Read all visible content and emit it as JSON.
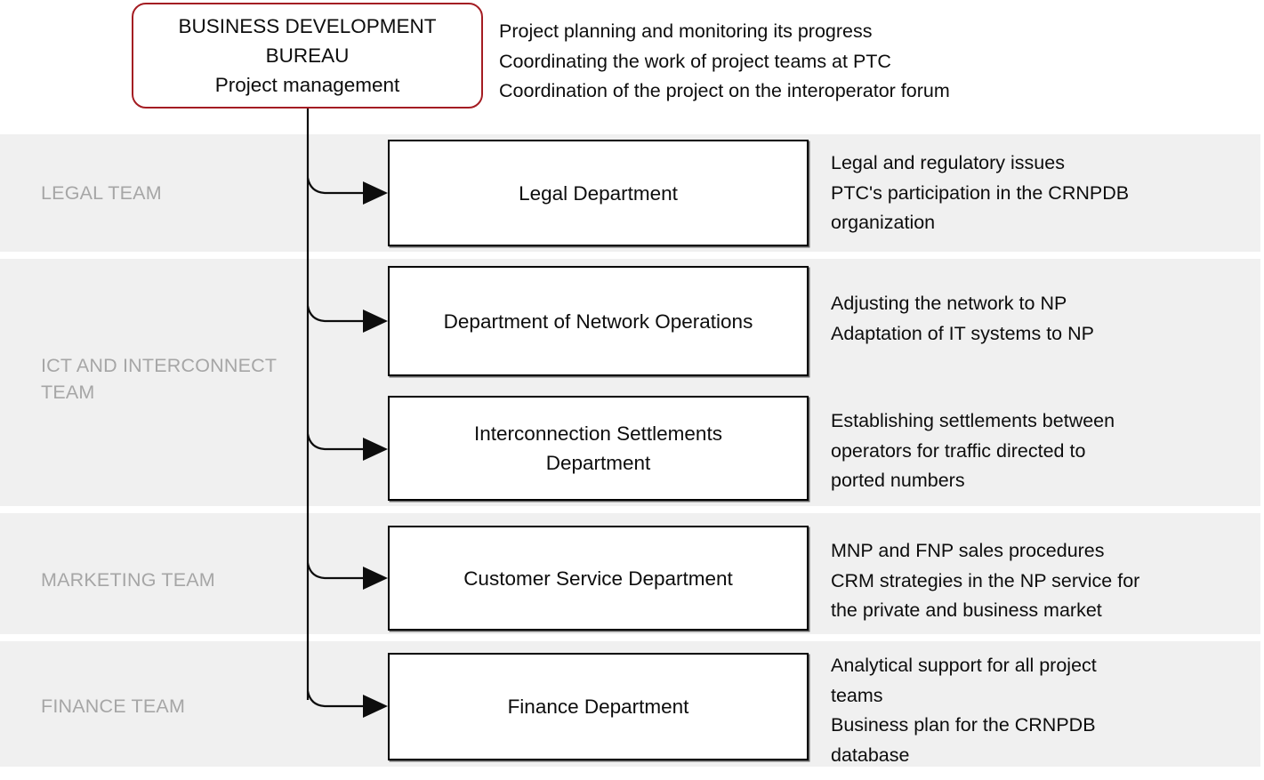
{
  "diagram": {
    "title_box": {
      "text": "BUSINESS DEVELOPMENT\nBUREAU\nProject management",
      "border_color": "#a41c22",
      "shape": "rounded-rectangle"
    },
    "title_box_description": "Project planning and monitoring its progress\nCoordinating the work of project teams at PTC\nCoordination of the project on the interoperator forum",
    "band_color": "#f0f0f0",
    "team_label_color": "#a6a6a6",
    "box_border_color": "#000000",
    "teams": [
      {
        "label": "LEGAL TEAM",
        "departments": [
          {
            "name": "Legal Department",
            "description": "Legal and regulatory issues\nPTC's participation in the CRNPDB\norganization"
          }
        ]
      },
      {
        "label": "ICT AND INTERCONNECT\nTEAM",
        "departments": [
          {
            "name": "Department of Network Operations",
            "description": "Adjusting the network to NP\nAdaptation of IT systems to NP"
          },
          {
            "name": "Interconnection Settlements\nDepartment",
            "description": "Establishing settlements between\noperators for traffic directed to\nported numbers"
          }
        ]
      },
      {
        "label": "MARKETING TEAM",
        "departments": [
          {
            "name": "Customer Service Department",
            "description": "MNP and FNP sales procedures\nCRM strategies in the NP service for\nthe private and business market"
          }
        ]
      },
      {
        "label": "FINANCE TEAM",
        "departments": [
          {
            "name": "Finance Department",
            "description": "Analytical support for all project\nteams\nBusiness plan for the CRNPDB\ndatabase"
          }
        ]
      }
    ]
  }
}
